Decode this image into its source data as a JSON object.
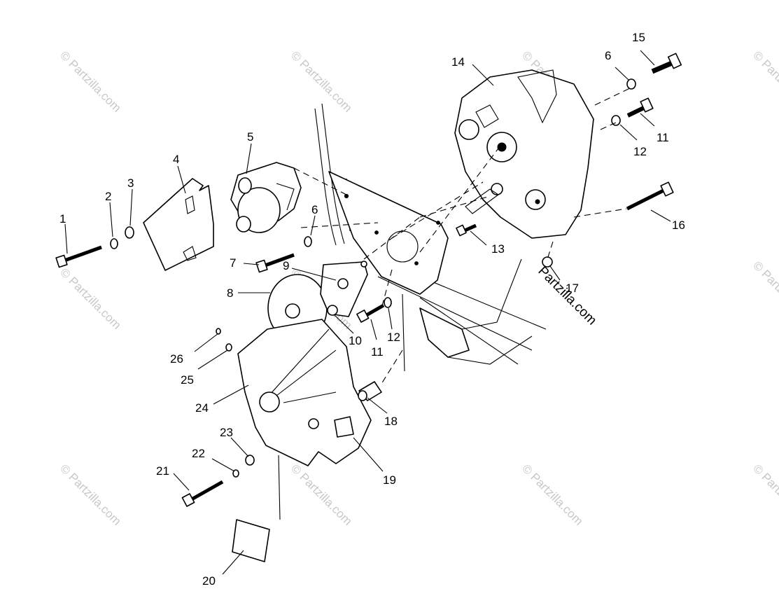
{
  "watermark_text": "© Partzilla.com",
  "brand_text": "Partzilla.com",
  "callouts": {
    "c1": "1",
    "c2": "2",
    "c3": "3",
    "c4": "4",
    "c5": "5",
    "c6a": "6",
    "c6b": "6",
    "c7": "7",
    "c8": "8",
    "c9": "9",
    "c10": "10",
    "c11a": "11",
    "c11b": "11",
    "c12a": "12",
    "c12b": "12",
    "c13": "13",
    "c14": "14",
    "c15": "15",
    "c16": "16",
    "c17": "17",
    "c18": "18",
    "c19": "19",
    "c20": "20",
    "c21": "21",
    "c22": "22",
    "c23": "23",
    "c24": "24",
    "c25": "25",
    "c26": "26"
  }
}
